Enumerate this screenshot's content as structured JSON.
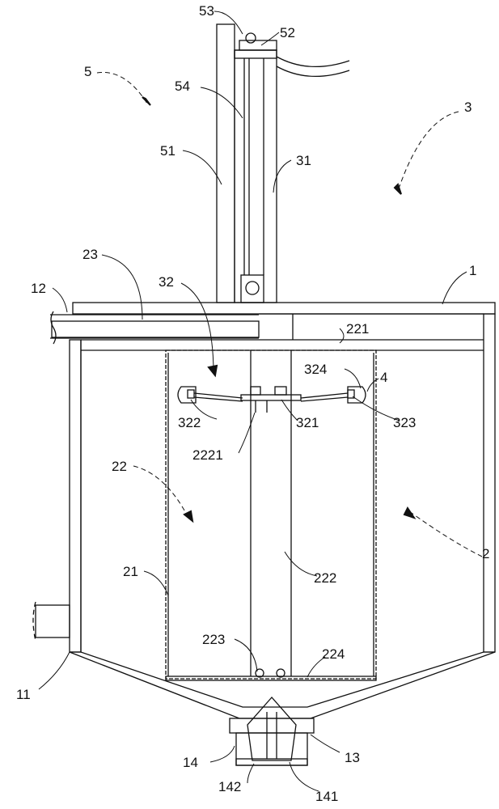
{
  "labels": {
    "l53": "53",
    "l52": "52",
    "l5": "5",
    "l54": "54",
    "l3": "3",
    "l51": "51",
    "l31": "31",
    "l23": "23",
    "l32": "32",
    "l12": "12",
    "l1": "1",
    "l221": "221",
    "l324": "324",
    "l4": "4",
    "l322": "322",
    "l321": "321",
    "l323": "323",
    "l2221": "2221",
    "l22": "22",
    "l2": "2",
    "l21": "21",
    "l222": "222",
    "l223": "223",
    "l224": "224",
    "l11": "11",
    "l14": "14",
    "l13": "13",
    "l142": "142",
    "l141": "141"
  }
}
